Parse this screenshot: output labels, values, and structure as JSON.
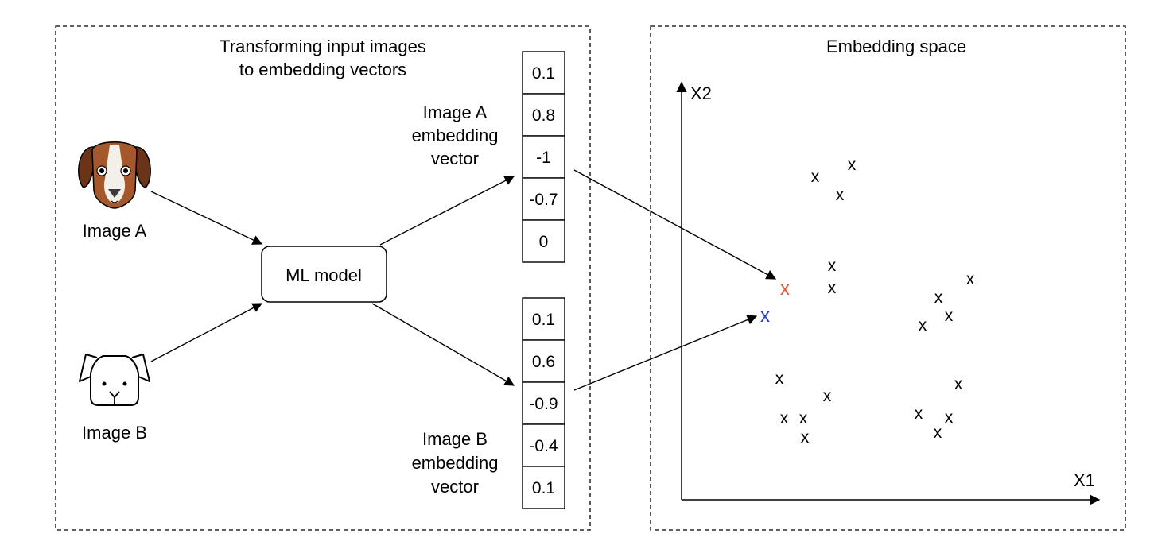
{
  "left_panel": {
    "title_lines": [
      "Transforming input images",
      "to embedding vectors"
    ],
    "image_a_label": "Image A",
    "image_b_label": "Image B",
    "model_label": "ML model",
    "vector_a_caption": [
      "Image A",
      "embedding",
      "vector"
    ],
    "vector_b_caption": [
      "Image B",
      "embedding",
      "vector"
    ],
    "vector_a": [
      "0.1",
      "0.8",
      "-1",
      "-0.7",
      "0"
    ],
    "vector_b": [
      "0.1",
      "0.6",
      "-0.9",
      "-0.4",
      "0.1"
    ]
  },
  "right_panel": {
    "title": "Embedding space",
    "x_axis_label": "X1",
    "y_axis_label": "X2",
    "point_marker": "x",
    "point_a_color": "#e4572e",
    "point_b_color": "#1f3fd6"
  },
  "colors": {
    "dog_brown": "#a5582c",
    "dog_dark": "#6b3318",
    "dog_light": "#f3efe9",
    "dog_nose": "#3a3a3a"
  },
  "icons": {
    "image_a": "dog-face-color-icon",
    "image_b": "dog-face-outline-icon"
  }
}
